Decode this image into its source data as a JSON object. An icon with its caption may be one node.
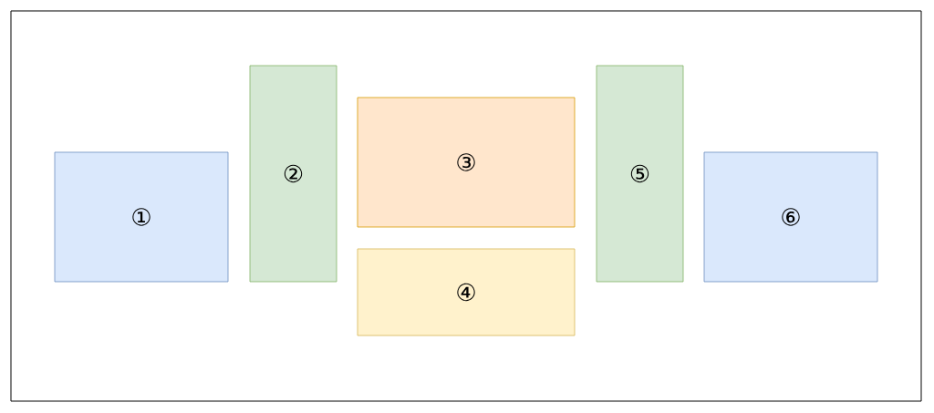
{
  "diagram": {
    "nodes": [
      {
        "text": [
          "①"
        ]
      },
      {
        "text": [
          "②"
        ]
      },
      {
        "text": [
          "③"
        ]
      },
      {
        "text": [
          "④"
        ]
      },
      {
        "text": [
          "⑤"
        ]
      },
      {
        "text": [
          "⑥"
        ]
      }
    ]
  }
}
